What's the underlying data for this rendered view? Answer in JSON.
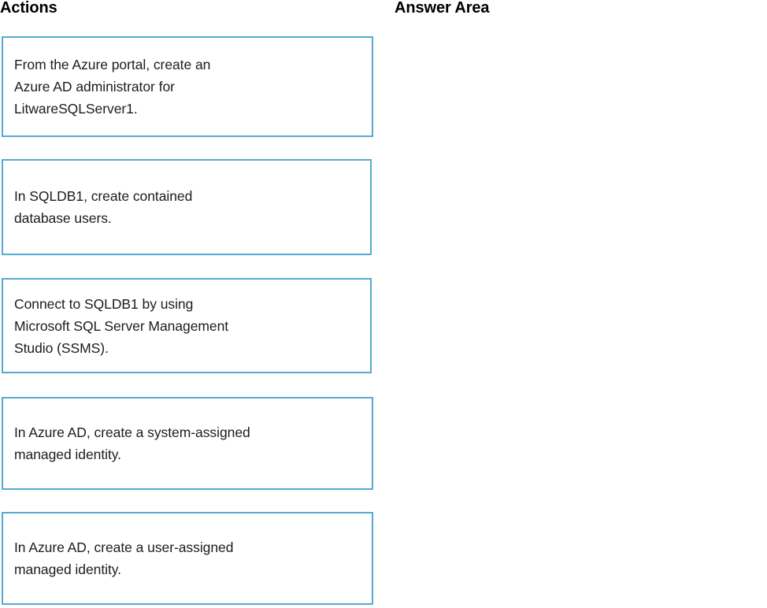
{
  "columns": {
    "actions": {
      "heading": "Actions",
      "items": [
        {
          "id": "action-0",
          "text": "From the Azure portal, create an\nAzure AD administrator for\nLitwareSQLServer1."
        },
        {
          "id": "action-1",
          "text": "In SQLDB1, create contained\ndatabase users."
        },
        {
          "id": "action-2",
          "text": "Connect to SQLDB1 by using\nMicrosoft SQL Server Management\nStudio (SSMS)."
        },
        {
          "id": "action-3",
          "text": "In Azure AD, create a system-assigned\nmanaged identity."
        },
        {
          "id": "action-4",
          "text": "In Azure AD, create a user-assigned\nmanaged identity."
        }
      ]
    },
    "answer_area": {
      "heading": "Answer Area",
      "items": []
    }
  },
  "colors": {
    "box_border": "#55aacf",
    "box_fill": "#ffffff",
    "page_background": "#ffffff",
    "text": "#1c1c1c",
    "heading": "#000000"
  }
}
